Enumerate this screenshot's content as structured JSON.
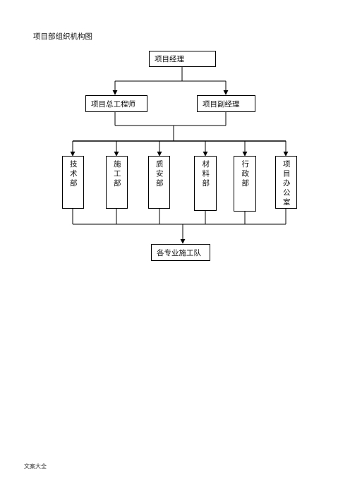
{
  "page": {
    "title": "项目部组织机构图",
    "footer": "文案大全"
  },
  "chart": {
    "top": "项目经理",
    "chief_engineer": "项目总工程师",
    "deputy_manager": "项目副经理",
    "departments": [
      "技术部",
      "施工部",
      "质安部",
      "材料部",
      "行政部",
      "项目办公室"
    ],
    "bottom": "各专业施工队"
  }
}
